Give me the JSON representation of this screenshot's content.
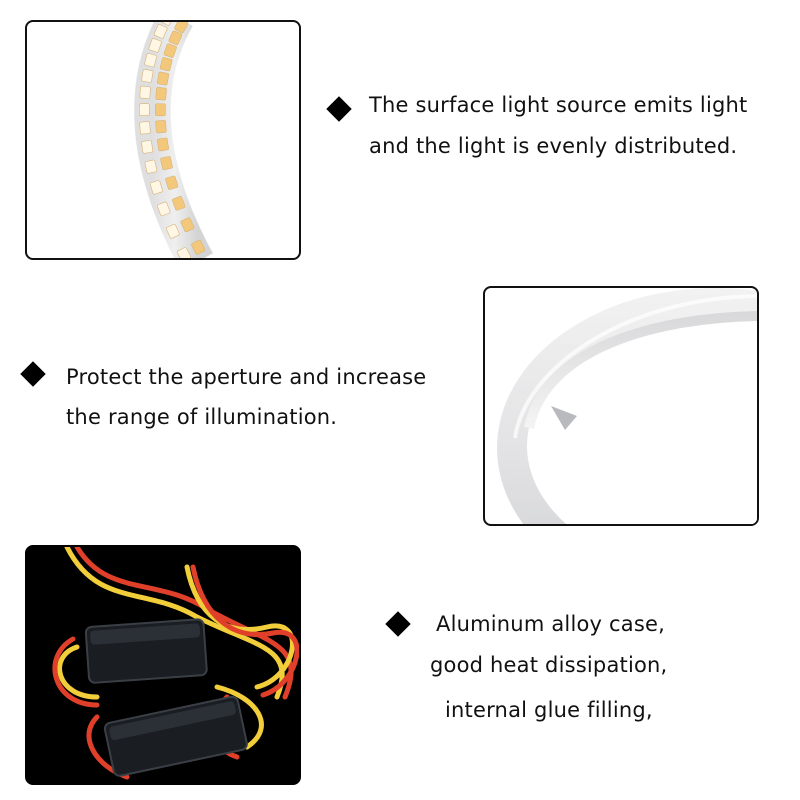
{
  "feature_1": {
    "lines": [
      "The surface light source emits light",
      "and the light is evenly distributed."
    ],
    "image_icon": "led-strip-ring-icon"
  },
  "feature_2": {
    "lines": [
      "Protect the aperture and increase",
      "the range of illumination."
    ],
    "image_icon": "silicone-ring-cover-icon"
  },
  "feature_3": {
    "lines": [
      "Aluminum alloy case,",
      "good heat dissipation,",
      "internal glue filling,"
    ],
    "image_icon": "driver-control-box-icon"
  },
  "colors": {
    "led_warm": "#f4c87a",
    "led_white": "#fff6e4",
    "wire_red": "#e0402a",
    "wire_yellow": "#f2cf3a",
    "box_dark": "#1a1d22"
  }
}
